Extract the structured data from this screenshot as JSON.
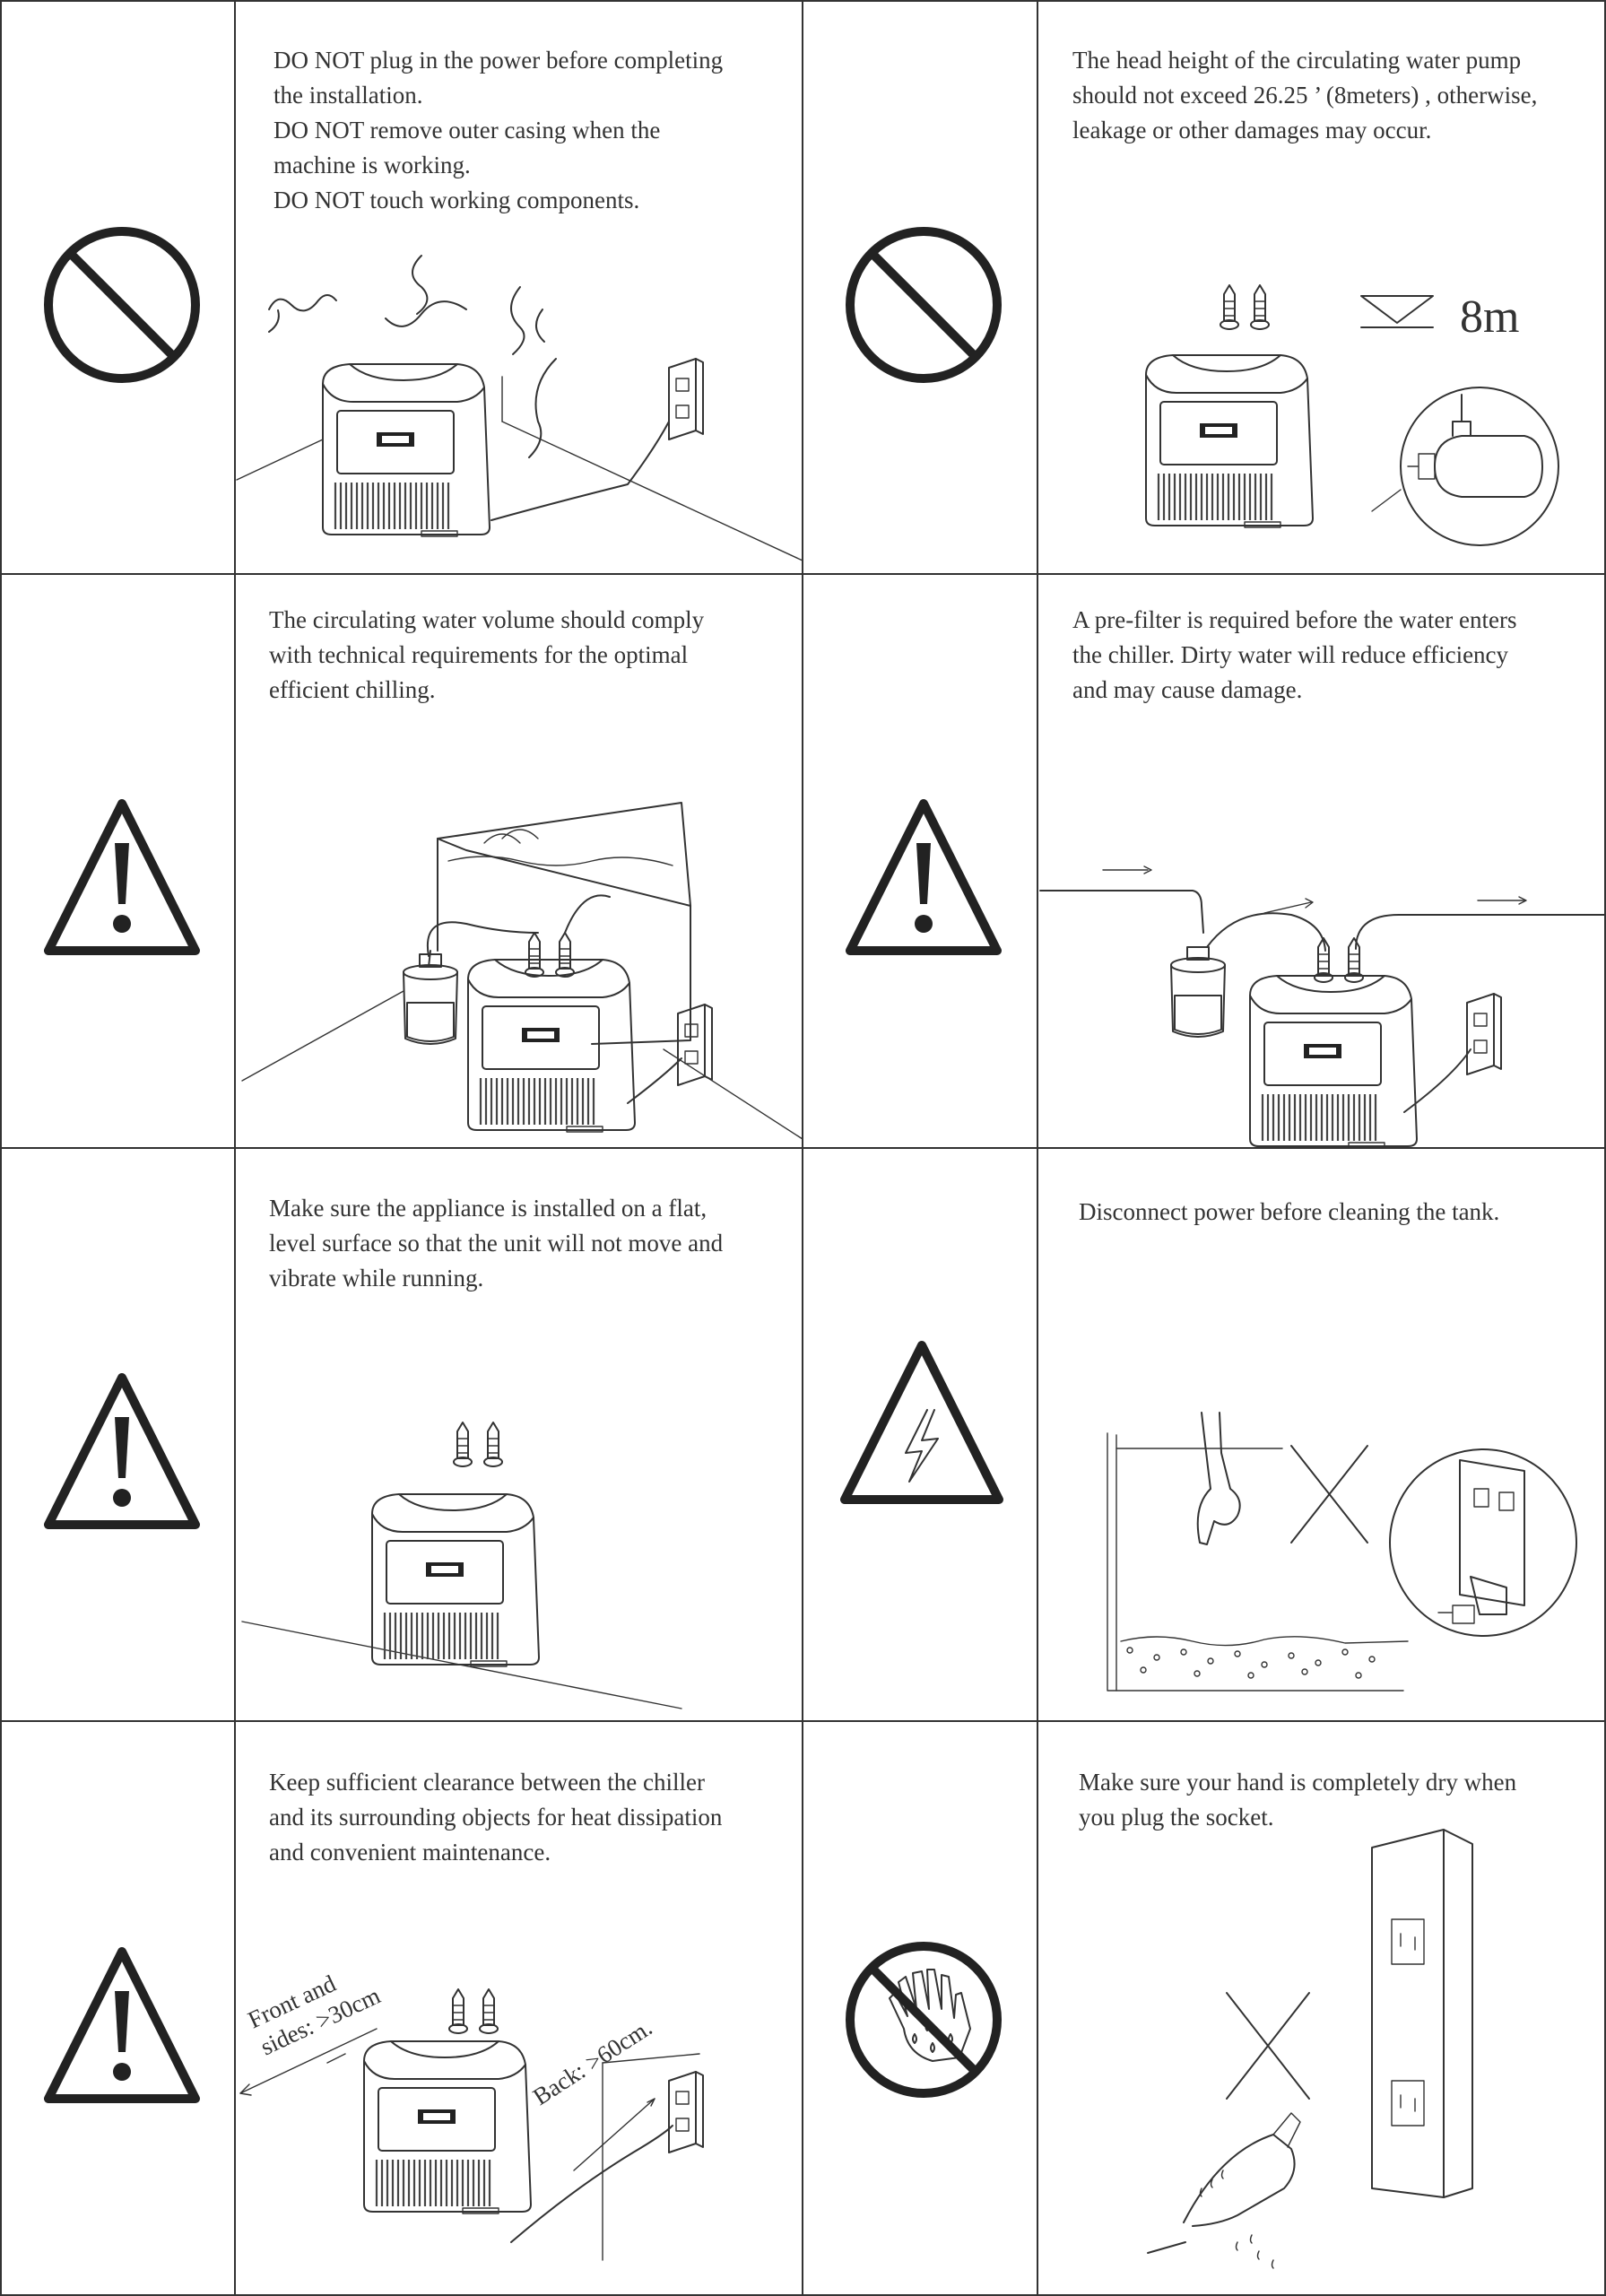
{
  "cells": [
    {
      "id": "power-safety",
      "icon": "prohibition-icon",
      "text": "DO NOT plug in the power before completing\nthe installation.\nDO NOT remove outer casing when the\nmachine is working.\nDO NOT touch working components."
    },
    {
      "id": "pump-head-height",
      "icon": "prohibition-icon",
      "text": "The head height of the circulating water pump\nshould not exceed 26.25 ’ (8meters) , otherwise,\nleakage or other damages may occur.",
      "height_label": "8m"
    },
    {
      "id": "water-volume",
      "icon": "warning-icon",
      "text": "The circulating water volume should comply\nwith technical requirements for the optimal\nefficient chilling."
    },
    {
      "id": "pre-filter",
      "icon": "warning-icon",
      "text": "A pre-filter is required before the water enters\nthe chiller. Dirty water will reduce efficiency\nand may cause damage."
    },
    {
      "id": "level-surface",
      "icon": "warning-icon",
      "text": "Make sure the appliance is installed on a flat,\nlevel surface so that the unit will not move and\nvibrate while running."
    },
    {
      "id": "disconnect-power",
      "icon": "electric-hazard-icon",
      "text": "Disconnect power before cleaning the tank."
    },
    {
      "id": "clearance",
      "icon": "warning-icon",
      "text": "Keep sufficient clearance between the chiller\nand its surrounding objects for heat dissipation\nand convenient maintenance.",
      "front_label_1": "Front and",
      "front_label_2": "sides: >30cm",
      "back_label": "Back: >60cm."
    },
    {
      "id": "dry-hands",
      "icon": "no-wet-hands-icon",
      "text": "Make sure your hand is completely dry when\nyou plug the socket."
    }
  ]
}
